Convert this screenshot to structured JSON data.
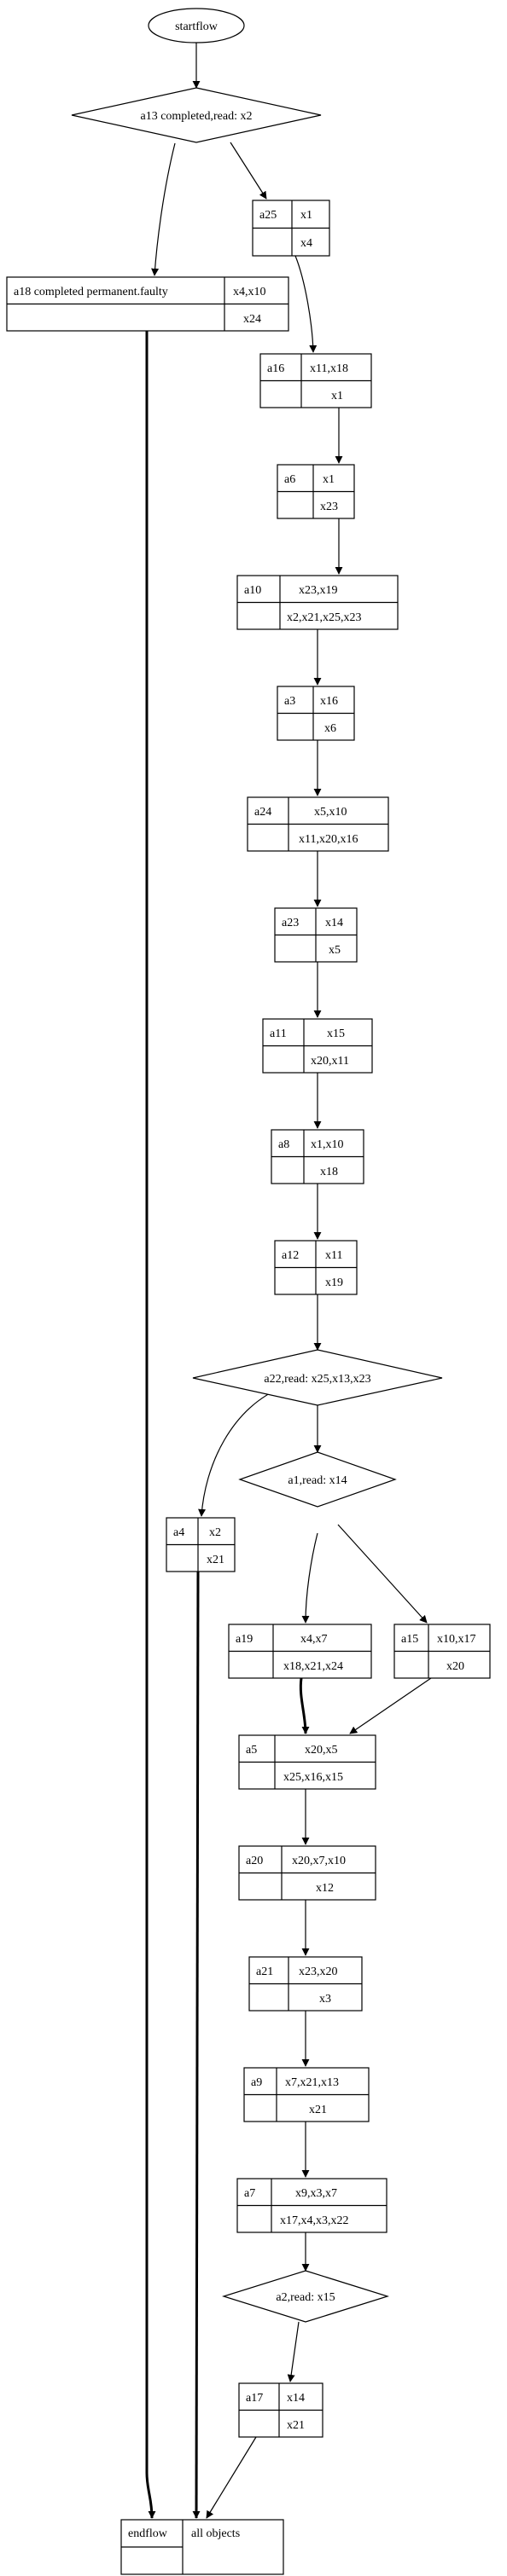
{
  "start": {
    "label": "startflow"
  },
  "end": {
    "left": "endflow",
    "right": "all objects"
  },
  "decisions": {
    "d_a13": "a13 completed,read: x2",
    "d_a22": "a22,read: x25,x13,x23",
    "d_a1": "a1,read: x14",
    "d_a2": "a2,read: x15"
  },
  "nodes": {
    "a25": {
      "name": "a25",
      "top": "x1",
      "bottom": "x4"
    },
    "a18": {
      "name": "a18 completed permanent.faulty",
      "top": "x4,x10",
      "bottom": "x24"
    },
    "a16": {
      "name": "a16",
      "top": "x11,x18",
      "bottom": "x1"
    },
    "a6": {
      "name": "a6",
      "top": "x1",
      "bottom": "x23"
    },
    "a10": {
      "name": "a10",
      "top": "x23,x19",
      "bottom": "x2,x21,x25,x23"
    },
    "a3": {
      "name": "a3",
      "top": "x16",
      "bottom": "x6"
    },
    "a24": {
      "name": "a24",
      "top": "x5,x10",
      "bottom": "x11,x20,x16"
    },
    "a23": {
      "name": "a23",
      "top": "x14",
      "bottom": "x5"
    },
    "a11": {
      "name": "a11",
      "top": "x15",
      "bottom": "x20,x11"
    },
    "a8": {
      "name": "a8",
      "top": "x1,x10",
      "bottom": "x18"
    },
    "a12": {
      "name": "a12",
      "top": "x11",
      "bottom": "x19"
    },
    "a4": {
      "name": "a4",
      "top": "x2",
      "bottom": "x21"
    },
    "a19": {
      "name": "a19",
      "top": "x4,x7",
      "bottom": "x18,x21,x24"
    },
    "a15": {
      "name": "a15",
      "top": "x10,x17",
      "bottom": "x20"
    },
    "a5": {
      "name": "a5",
      "top": "x20,x5",
      "bottom": "x25,x16,x15"
    },
    "a20": {
      "name": "a20",
      "top": "x20,x7,x10",
      "bottom": "x12"
    },
    "a21": {
      "name": "a21",
      "top": "x23,x20",
      "bottom": "x3"
    },
    "a9": {
      "name": "a9",
      "top": "x7,x21,x13",
      "bottom": "x21"
    },
    "a7": {
      "name": "a7",
      "top": "x9,x3,x7",
      "bottom": "x17,x4,x3,x22"
    },
    "a17": {
      "name": "a17",
      "top": "x14",
      "bottom": "x21"
    }
  },
  "edges": [
    {
      "from": "start",
      "to": "d_a13",
      "bold": false
    },
    {
      "from": "d_a13",
      "to": "a25",
      "bold": false
    },
    {
      "from": "d_a13",
      "to": "a18",
      "bold": false
    },
    {
      "from": "a25",
      "to": "a16",
      "bold": false
    },
    {
      "from": "a16",
      "to": "a6",
      "bold": false
    },
    {
      "from": "a6",
      "to": "a10",
      "bold": false
    },
    {
      "from": "a10",
      "to": "a3",
      "bold": false
    },
    {
      "from": "a3",
      "to": "a24",
      "bold": false
    },
    {
      "from": "a24",
      "to": "a23",
      "bold": false
    },
    {
      "from": "a23",
      "to": "a11",
      "bold": false
    },
    {
      "from": "a11",
      "to": "a8",
      "bold": false
    },
    {
      "from": "a8",
      "to": "a12",
      "bold": false
    },
    {
      "from": "a12",
      "to": "d_a22",
      "bold": false
    },
    {
      "from": "d_a22",
      "to": "a4",
      "bold": false
    },
    {
      "from": "d_a22",
      "to": "d_a1",
      "bold": false
    },
    {
      "from": "d_a1",
      "to": "a19",
      "bold": false
    },
    {
      "from": "d_a1",
      "to": "a15",
      "bold": false
    },
    {
      "from": "a19",
      "to": "a5",
      "bold": true
    },
    {
      "from": "a15",
      "to": "a5",
      "bold": false
    },
    {
      "from": "a5",
      "to": "a20",
      "bold": false
    },
    {
      "from": "a20",
      "to": "a21",
      "bold": false
    },
    {
      "from": "a21",
      "to": "a9",
      "bold": false
    },
    {
      "from": "a9",
      "to": "a7",
      "bold": false
    },
    {
      "from": "a7",
      "to": "d_a2",
      "bold": false
    },
    {
      "from": "d_a2",
      "to": "a17",
      "bold": false
    },
    {
      "from": "a18",
      "to": "end",
      "bold": true
    },
    {
      "from": "a4",
      "to": "end",
      "bold": true
    },
    {
      "from": "a17",
      "to": "end",
      "bold": false
    }
  ]
}
